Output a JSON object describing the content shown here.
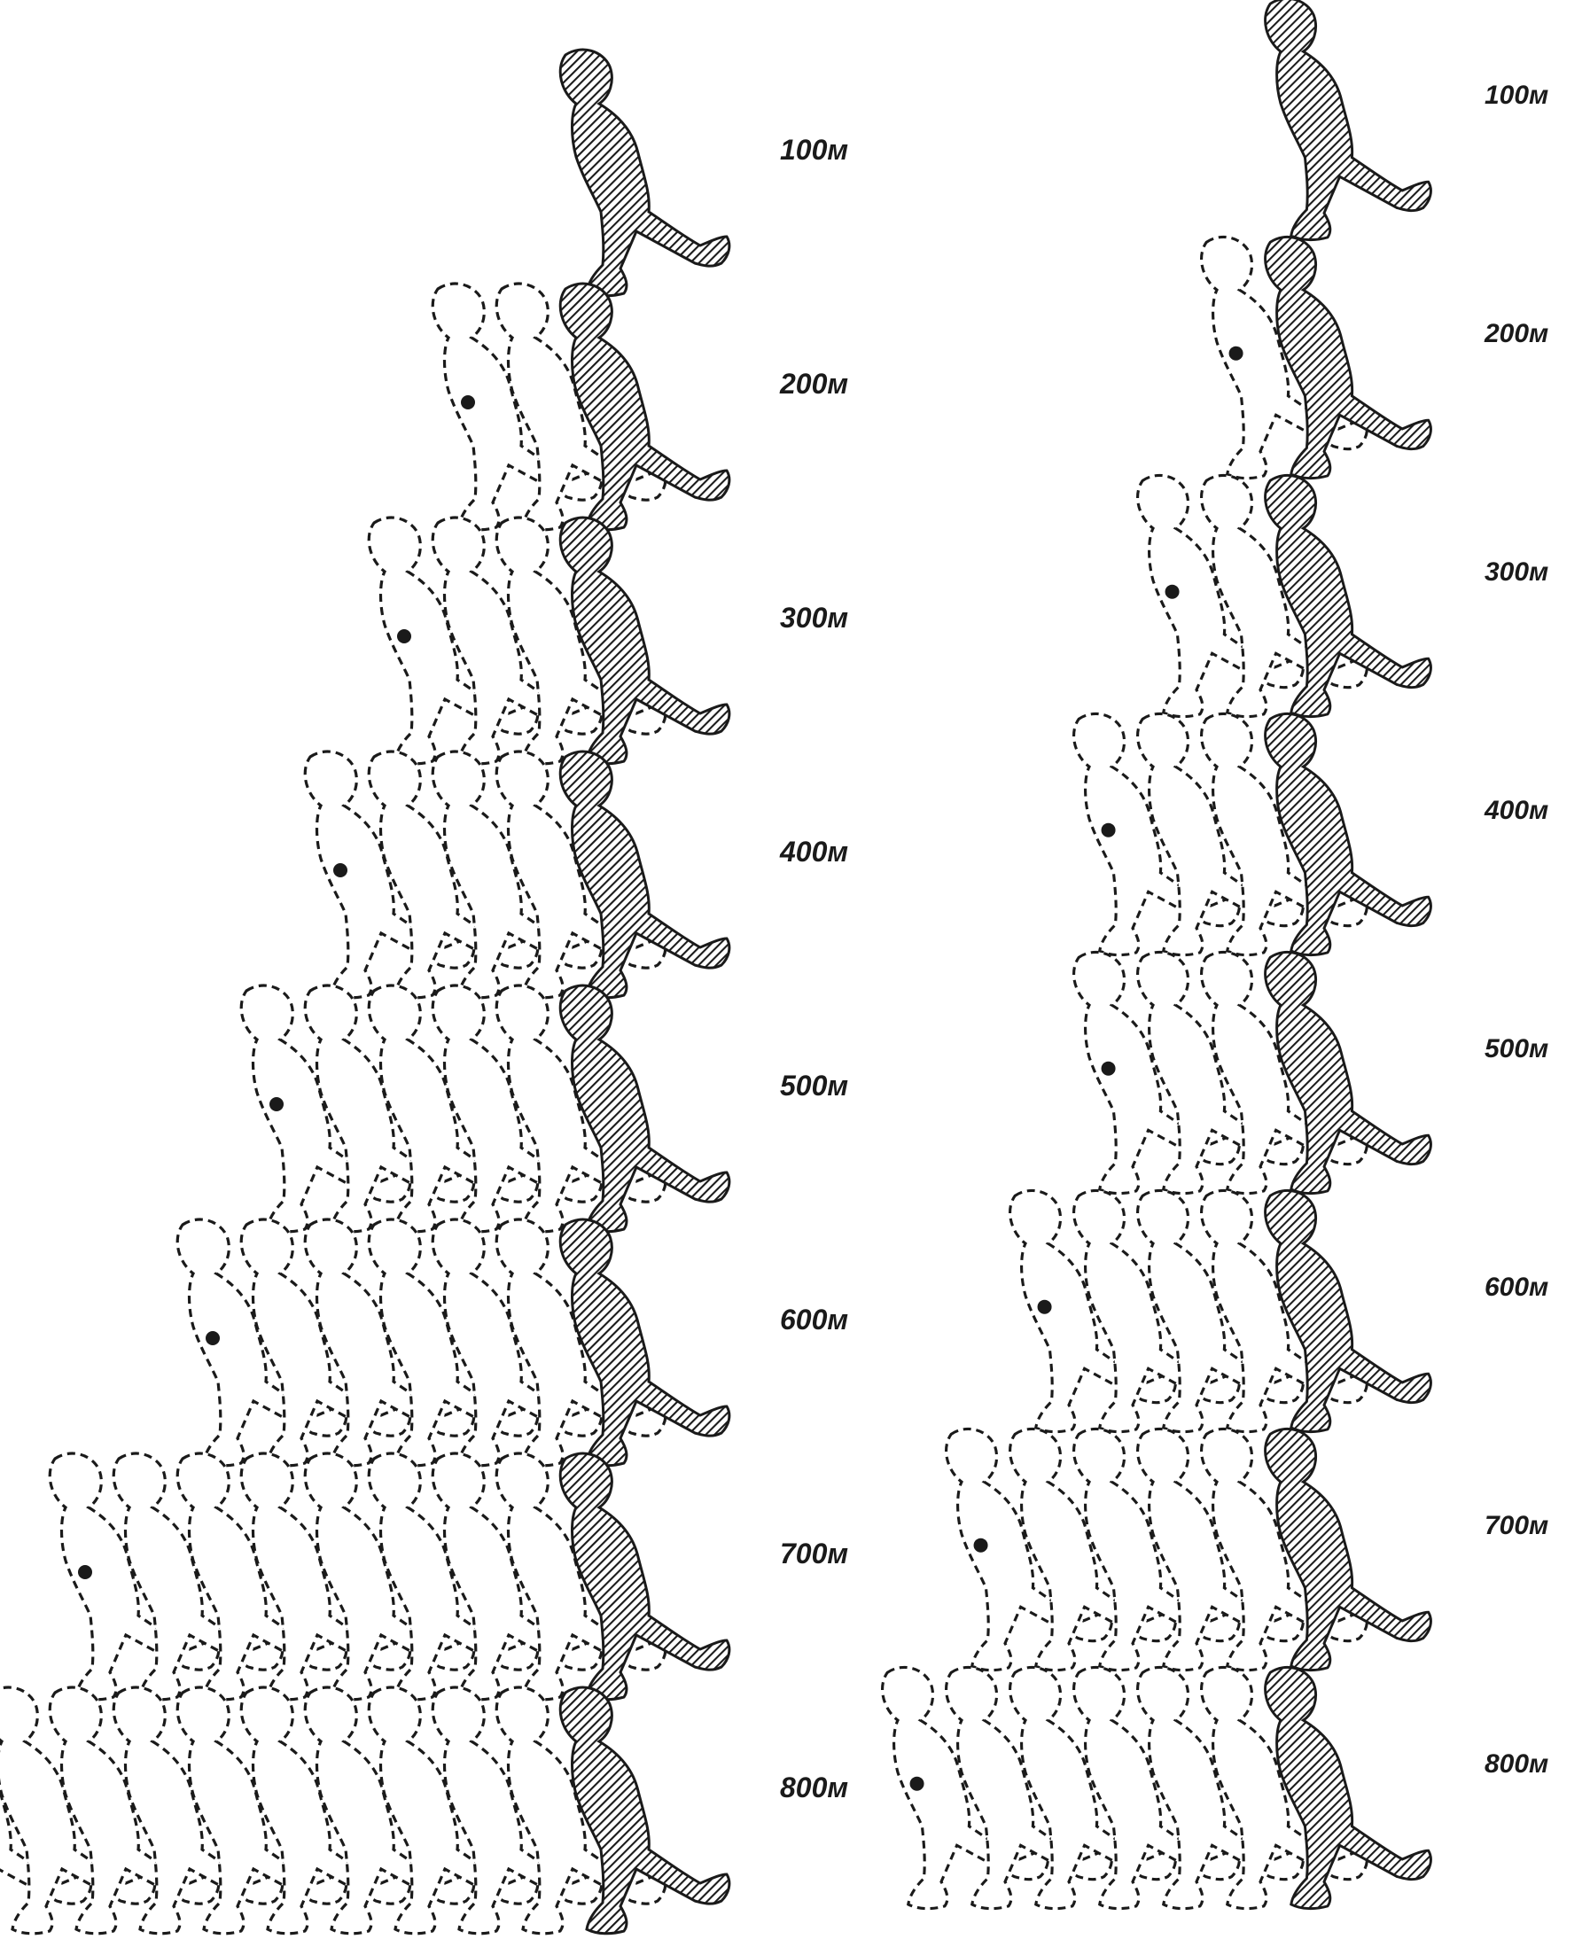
{
  "ink_color": "#1a1a1a",
  "columns": [
    {
      "id": "left",
      "rows": [
        {
          "label": "100м",
          "figures": 1
        },
        {
          "label": "200м",
          "figures": 3
        },
        {
          "label": "300м",
          "figures": 4
        },
        {
          "label": "400м",
          "figures": 5
        },
        {
          "label": "500м",
          "figures": 6
        },
        {
          "label": "600м",
          "figures": 7
        },
        {
          "label": "700м",
          "figures": 9
        },
        {
          "label": "800м",
          "figures": 11
        }
      ]
    },
    {
      "id": "right",
      "rows": [
        {
          "label": "100м",
          "figures": 1
        },
        {
          "label": "200м",
          "figures": 2
        },
        {
          "label": "300м",
          "figures": 3
        },
        {
          "label": "400м",
          "figures": 4
        },
        {
          "label": "500м",
          "figures": 4
        },
        {
          "label": "600м",
          "figures": 5
        },
        {
          "label": "700м",
          "figures": 6
        },
        {
          "label": "800м",
          "figures": 7
        }
      ]
    }
  ]
}
